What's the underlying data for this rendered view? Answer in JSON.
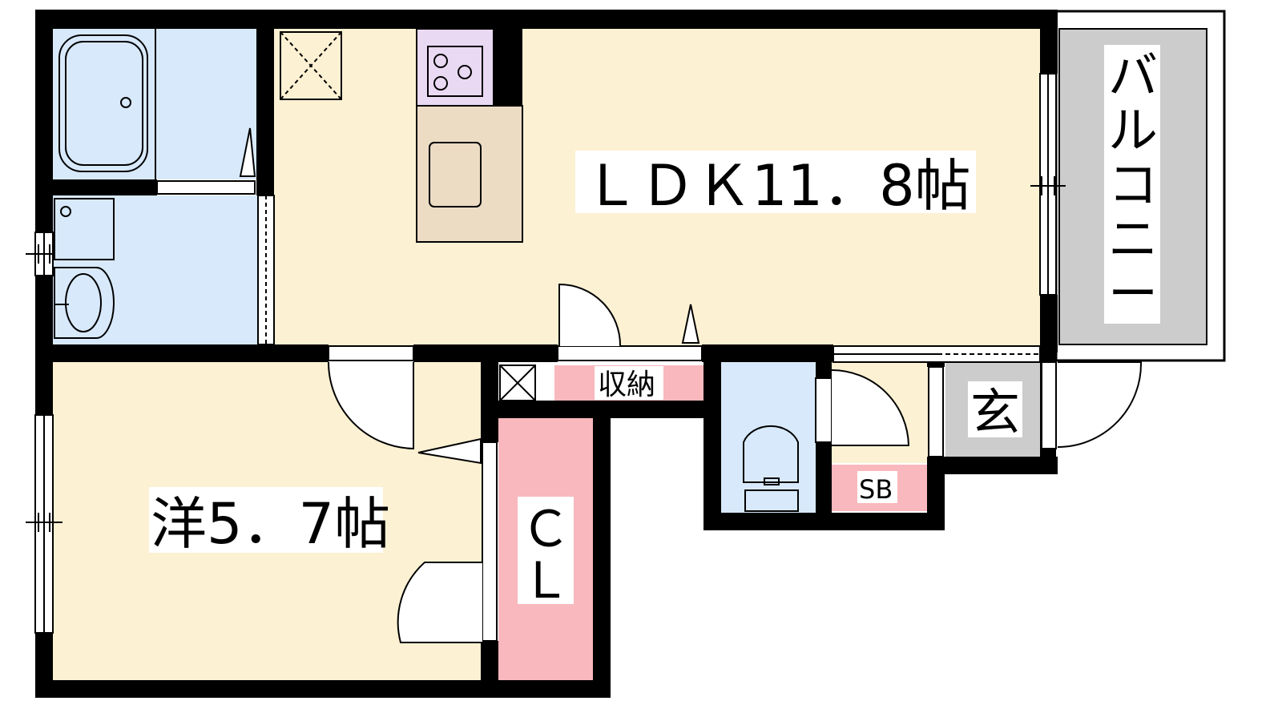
{
  "rooms": {
    "ldk": "ＬＤＫ11．8帖",
    "western": "洋5．7帖",
    "closet_top": "Ｃ",
    "closet_bottom": "Ｌ",
    "storage": "収納",
    "shoe_box": "SB",
    "entrance": "玄",
    "balcony": [
      "バ",
      "ル",
      "コ",
      "ニ",
      "ー"
    ]
  },
  "colors": {
    "wall": "#000000",
    "living": "#fdf1d3",
    "wet_area": "#d7e9fb",
    "kitchen": "#ead9f3",
    "counter": "#ecdcc4",
    "closet": "#f9b8bd",
    "balcony": "#cccccc",
    "entrance": "#cccccc"
  }
}
